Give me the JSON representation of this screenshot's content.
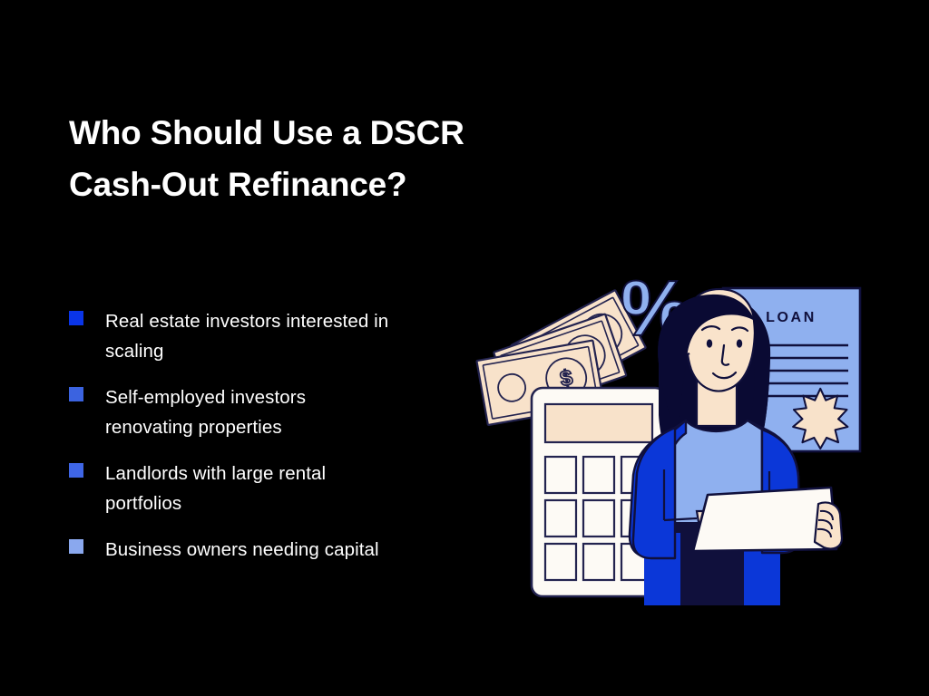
{
  "slide": {
    "background_color": "#000000",
    "title_lines": [
      "Who Should Use a DSCR",
      "Cash-Out Refinance?"
    ],
    "title_color": "#ffffff"
  },
  "bullets": [
    {
      "text": "Real estate investors interested in scaling",
      "marker_color": "#0A35E8",
      "marker_name": "bullet-square-1"
    },
    {
      "text": "Self-employed investors renovating properties",
      "marker_color": "#3B63E0",
      "marker_name": "bullet-square-2"
    },
    {
      "text": "Landlords with large rental portfolios",
      "marker_color": "#3F66E6",
      "marker_name": "bullet-square-3"
    },
    {
      "text": "Business owners needing capital",
      "marker_color": "#8AA8EE",
      "marker_name": "bullet-square-4"
    }
  ],
  "illustration": {
    "name": "dscr-refinance-illustration",
    "document": {
      "label": "LOAN",
      "fill": "#8FB0EF",
      "stroke": "#10103C",
      "seal_fill": "#F8E2CA",
      "text_line_count": 5
    },
    "percent_symbol": {
      "glyph": "%",
      "fill": "#8FB0EF",
      "stroke": "#10103C"
    },
    "banknotes": {
      "count": 3,
      "fill": "#F8E2CA",
      "stroke": "#23234F",
      "symbol": "$"
    },
    "calculator": {
      "body_fill": "#FDFAF5",
      "display_fill": "#F8E2CA",
      "stroke": "#23234F",
      "button_rows": 3,
      "button_cols": 3
    },
    "person": {
      "hair_color": "#0A0A33",
      "skin_color": "#F9E3CB",
      "jacket_color": "#0B37D8",
      "shirt_color": "#8FB0EF",
      "pants_color": "#10103C",
      "paper_fill": "#FDFAF5",
      "outline": "#10103C"
    },
    "palette": {
      "deep_blue": "#0A35E8",
      "royal_blue": "#0B37D8",
      "light_blue": "#8FB0EF",
      "navy": "#10103C",
      "cream": "#F8E2CA",
      "off_white": "#FDFAF5"
    }
  }
}
